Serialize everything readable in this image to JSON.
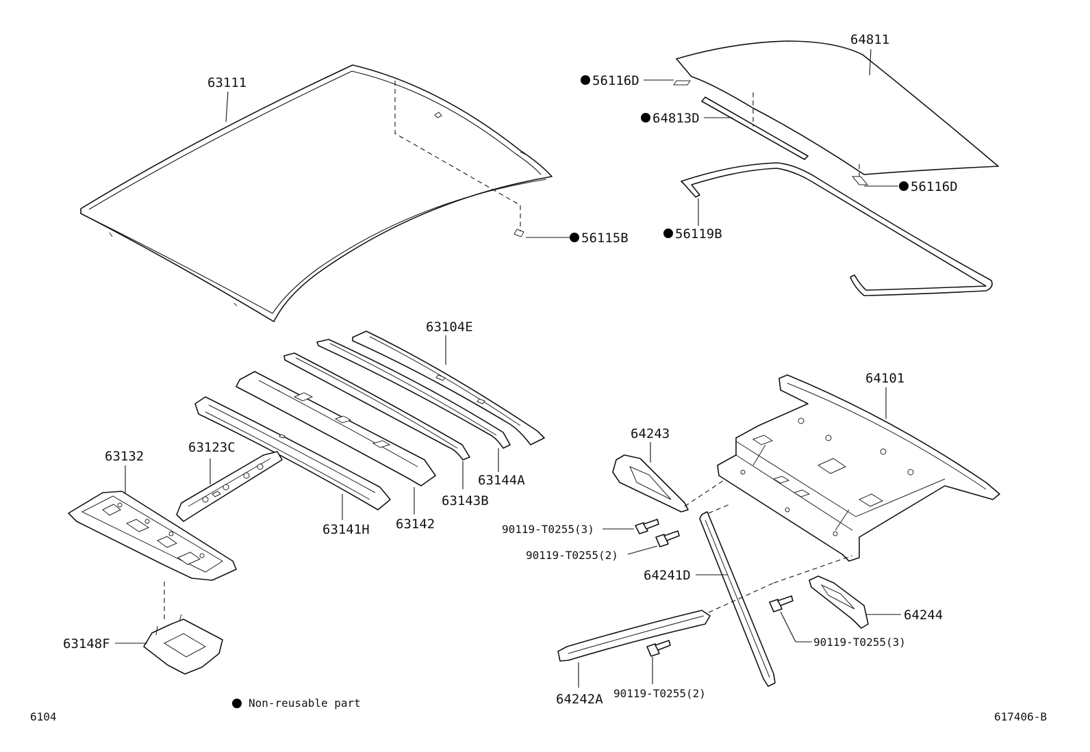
{
  "callouts": {
    "p63111": "63111",
    "p56115B": "56115B",
    "p64811": "64811",
    "p56116D_top": "56116D",
    "p64813D": "64813D",
    "p56116D_right": "56116D",
    "p56119B": "56119B",
    "p63104E": "63104E",
    "p63144A": "63144A",
    "p63143B": "63143B",
    "p63142": "63142",
    "p63141H": "63141H",
    "p63123C": "63123C",
    "p63132": "63132",
    "p63148F": "63148F",
    "p64101": "64101",
    "p64243": "64243",
    "p64241D": "64241D",
    "p64244": "64244",
    "p64242A": "64242A",
    "bolt_a": "90119-T0255(3)",
    "bolt_b": "90119-T0255(2)",
    "bolt_c": "90119-T0255(3)",
    "bolt_d": "90119-T0255(2)"
  },
  "legend": {
    "label": "Non-reusable part"
  },
  "footer": {
    "left_code": "6104",
    "right_code": "617406-B"
  }
}
